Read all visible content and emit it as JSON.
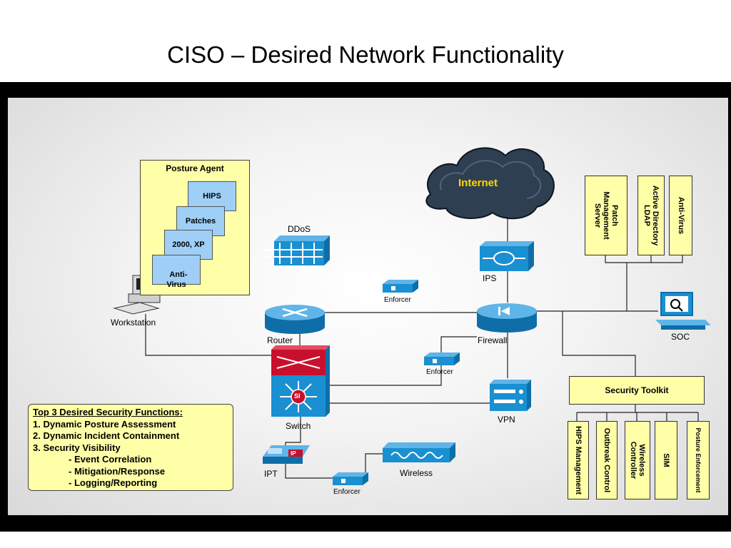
{
  "title": "CISO – Desired Network Functionality",
  "diagram": {
    "posture_agent": {
      "title": "Posture Agent",
      "items": [
        "HIPS",
        "Patches",
        "2000, XP",
        "Anti-\nVirus"
      ]
    },
    "workstation": "Workstation",
    "ddos": "DDoS",
    "internet": "Internet",
    "ips": "IPS",
    "enforcer_labels": [
      "Enforcer",
      "Enforcer",
      "Enforcer"
    ],
    "router": "Router",
    "firewall": "Firewall",
    "switch": "Switch",
    "switch_badge": "SI",
    "vpn": "VPN",
    "ipt": "IPT",
    "ipt_badge": "IP",
    "wireless": "Wireless",
    "soc": "SOC",
    "servers": [
      "Patch\nManagement\nServer",
      "Active Directory\nLDAP",
      "Anti-Virus"
    ],
    "security_toolkit": "Security Toolkit",
    "toolkit_items": [
      "HIPS Management",
      "Outbreak Control",
      "Wireless\nController",
      "SIM",
      "Posture Enforcement"
    ],
    "functions": {
      "heading": "Top 3 Desired Security Functions:",
      "lines": [
        "1. Dynamic Posture Assessment",
        "2. Dynamic Incident Containment",
        "3. Security Visibility",
        "- Event Correlation",
        "- Mitigation/Response",
        "- Logging/Reporting"
      ]
    }
  },
  "colors": {
    "frame": "#000000",
    "note_yellow": "#ffffa8",
    "device_blue": "#1a8fd1",
    "sticky_blue": "#9fcff7",
    "switch_red": "#c8102e",
    "cloud_dark": "#2c3e50",
    "internet_text": "#ffd800"
  }
}
